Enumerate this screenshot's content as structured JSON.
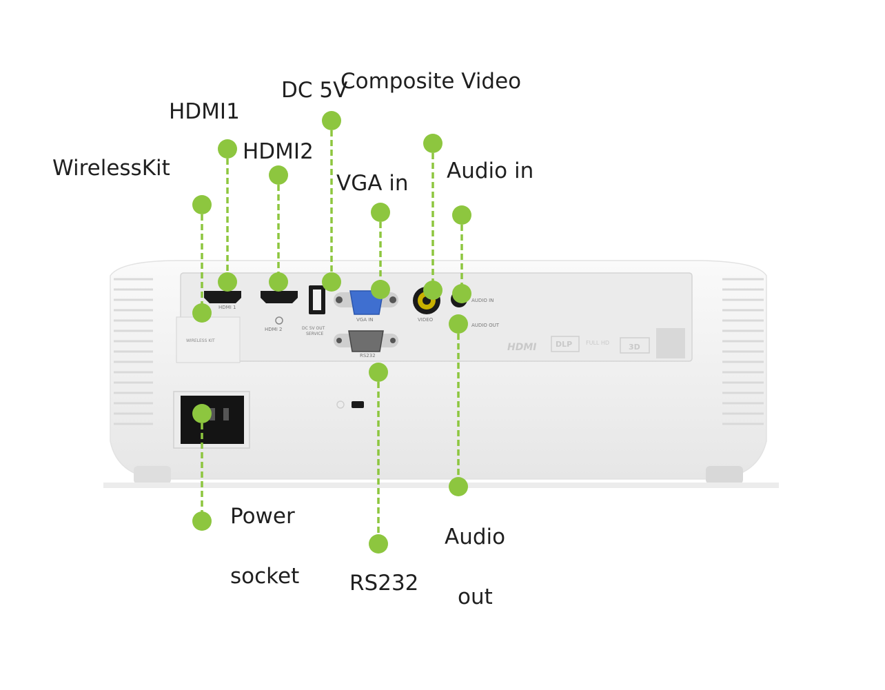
{
  "labels": {
    "wireless_kit": "WirelessKit",
    "hdmi1": "HDMI1",
    "hdmi2": "HDMI2",
    "dc5v": "DC 5V",
    "composite_video": "Composite Video",
    "vga_in": "VGA in",
    "audio_in": "Audio in",
    "power_line1": "Power",
    "power_line2": "socket",
    "rs232": "RS232",
    "audio_out_line1": "Audio",
    "audio_out_line2": "out"
  },
  "panel_text": {
    "wireless": "WIRELESS KIT",
    "hdmi1": "HDMI 1",
    "hdmi2": "HDMI 2",
    "dc_out": "DC 5V OUT",
    "service": "SERVICE",
    "vga": "VGA IN",
    "video": "VIDEO",
    "audio_in": "AUDIO IN",
    "audio_out": "AUDIO OUT",
    "rs232": "RS232",
    "hdmi_logo": "HDMI",
    "dlp_logo": "DLP",
    "fullhd": "FULL HD",
    "three_d": "3D"
  },
  "colors": {
    "accent_green": "#8dc63f",
    "housing": "#f3f3f3",
    "panel": "#e9e9e9",
    "port_dark": "#1a1a1a",
    "vga_blue": "#3f6fd0"
  }
}
